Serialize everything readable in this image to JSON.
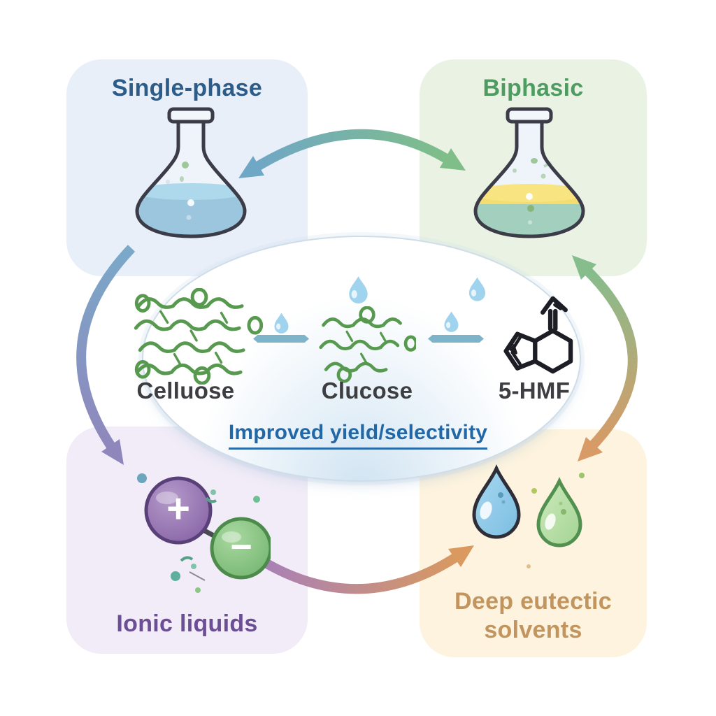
{
  "quadrants": {
    "single_phase": {
      "label": "Single-phase",
      "text_color": "#2d5c88",
      "bg_color": "#e8eff9",
      "icon": "erlenmeyer-flask-single-blue-liquid"
    },
    "biphasic": {
      "label": "Biphasic",
      "text_color": "#4f9c63",
      "bg_color": "#e9f2e3",
      "icon": "erlenmeyer-flask-two-layers-yellow-over-teal"
    },
    "ionic_liquids": {
      "label": "Ionic liquids",
      "text_color": "#6b4e93",
      "bg_color": "#f1ecf7",
      "icon": "cation-anion-pair"
    },
    "deep_eutectic": {
      "label_line1": "Deep eutectic",
      "label_line2": "solvents",
      "text_color": "#c2945e",
      "bg_color": "#fdf3de",
      "icon": "two-solvent-droplets-blue-green"
    }
  },
  "center": {
    "molecules": [
      {
        "label": "Celluose",
        "icon": "cellulose-polymer-mesh"
      },
      {
        "label": "Clucose",
        "icon": "glucose-molecule-cluster"
      },
      {
        "label": "5-HMF",
        "icon": "hmf-ring-structure"
      }
    ],
    "caption": "Improved yield/selectivity",
    "caption_color": "#2368a6",
    "reaction_arrow_color": "#7db4ca",
    "droplet_color": "#9fd3ee"
  },
  "ionic_pair": {
    "cation_sign": "+",
    "anion_sign": "−",
    "cation_color": "#9675b2",
    "anion_color": "#8cc785"
  },
  "arrows": {
    "top": {
      "from": "single_phase",
      "to": "biphasic",
      "colors": [
        "#6fa7c6",
        "#7fbe88"
      ],
      "double_headed": true
    },
    "left": {
      "from": "single_phase",
      "to": "ionic_liquids",
      "colors": [
        "#7aa9c9",
        "#8f87bc"
      ],
      "double_headed": false
    },
    "right": {
      "from": "biphasic",
      "to": "deep_eutectic",
      "colors": [
        "#85bd8d",
        "#d89a66"
      ],
      "double_headed": true
    },
    "bottom": {
      "from": "ionic_liquids",
      "to": "deep_eutectic",
      "colors": [
        "#a77fba",
        "#d9995f"
      ],
      "double_headed": true
    }
  },
  "flask_liquids": {
    "single_phase": "#9cc6de",
    "biphasic_top": "#f6dc6e",
    "biphasic_bottom": "#a3cfbf"
  }
}
